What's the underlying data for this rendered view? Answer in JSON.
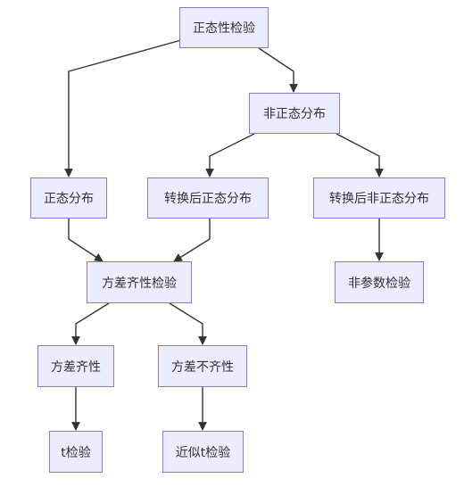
{
  "diagram": {
    "nodes": {
      "normality_test": "正态性检验",
      "non_normal": "非正态分布",
      "normal": "正态分布",
      "transformed_normal": "转换后正态分布",
      "transformed_non_normal": "转换后非正态分布",
      "homogeneity_test": "方差齐性检验",
      "nonparametric_test": "非参数检验",
      "homogeneous": "方差齐性",
      "heterogeneous": "方差不齐性",
      "t_test": "t检验",
      "approx_t_test": "近似t检验"
    },
    "edges": [
      [
        "normality_test",
        "normal"
      ],
      [
        "normality_test",
        "non_normal"
      ],
      [
        "non_normal",
        "transformed_normal"
      ],
      [
        "non_normal",
        "transformed_non_normal"
      ],
      [
        "normal",
        "homogeneity_test"
      ],
      [
        "transformed_normal",
        "homogeneity_test"
      ],
      [
        "transformed_non_normal",
        "nonparametric_test"
      ],
      [
        "homogeneity_test",
        "homogeneous"
      ],
      [
        "homogeneity_test",
        "heterogeneous"
      ],
      [
        "homogeneous",
        "t_test"
      ],
      [
        "heterogeneous",
        "approx_t_test"
      ]
    ],
    "colors": {
      "node_fill": "#ECECFF",
      "node_border": "#9370DB",
      "edge": "#333333",
      "text": "#333333"
    }
  }
}
